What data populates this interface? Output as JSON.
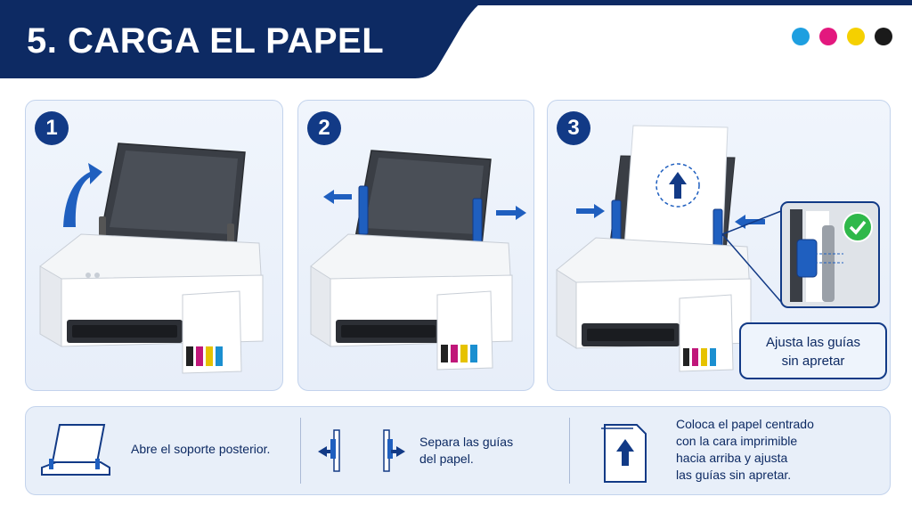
{
  "header": {
    "title": "5. CARGA EL PAPEL",
    "band_color": "#0d2a63",
    "ink_dots": [
      "#1e9fe0",
      "#e3187e",
      "#f5d000",
      "#1a1a1a"
    ]
  },
  "steps": [
    {
      "number": "1"
    },
    {
      "number": "2"
    },
    {
      "number": "3",
      "callout": [
        "Ajusta las guías",
        "sin apretar"
      ]
    }
  ],
  "summary": [
    {
      "lines": [
        "Abre el soporte posterior."
      ]
    },
    {
      "lines": [
        "Separa las guías",
        "del papel."
      ]
    },
    {
      "lines": [
        "Coloca el papel centrado",
        "con la cara imprimible",
        "hacia arriba y ajusta",
        "las guías sin apretar."
      ]
    }
  ],
  "colors": {
    "accent": "#1f5fbf",
    "navy": "#123a86",
    "success": "#2fb84a"
  },
  "icons": [
    "curved-arrow-icon",
    "arrow-left-icon",
    "arrow-right-icon",
    "up-arrow-icon",
    "check-icon",
    "paper-support-icon",
    "paper-guides-icon",
    "paper-up-icon"
  ]
}
